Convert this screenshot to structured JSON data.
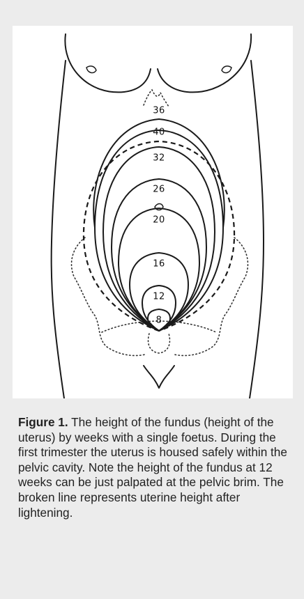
{
  "figure": {
    "week_labels": [
      "36",
      "40",
      "32",
      "26",
      "20",
      "16",
      "12",
      "8"
    ],
    "caption_label": "Figure 1.",
    "caption_text": " The height of the fundus (height of the uterus) by weeks with a single foetus. During the first trimester the uterus is housed safely within the pelvic cavity. Note the height of the fundus at 12 weeks can be just palpated at the pelvic brim. The broken line represents uterine height after lightening."
  }
}
